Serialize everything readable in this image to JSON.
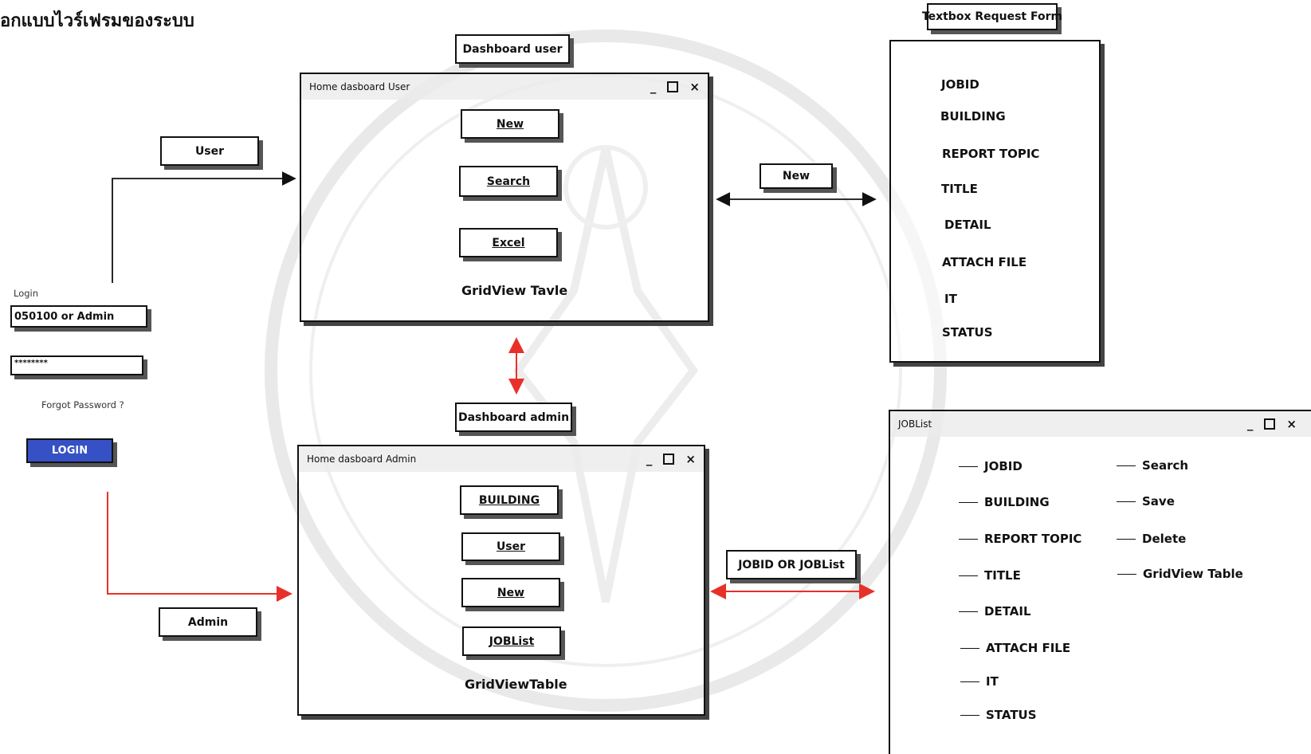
{
  "heading": "อกแบบไวร์เฟรมของระบบ",
  "labels": {
    "dashboard_user": "Dashboard user",
    "dashboard_admin": "Dashboard admin",
    "user": "User",
    "admin": "Admin",
    "new": "New",
    "jobid_or_joblist": "JOBID OR JOBList",
    "textbox_request_form": "Textbox Request Form"
  },
  "login": {
    "label": "Login",
    "username_value": "050100 or Admin",
    "password_value": "********",
    "forgot_password": "Forgot Password ?",
    "login_button": "LOGIN"
  },
  "user_window": {
    "title": "Home dasboard User",
    "buttons": [
      "New",
      "Search",
      "Excel"
    ],
    "caption": "GridView Tavle"
  },
  "admin_window": {
    "title": "Home dasboard Admin",
    "buttons": [
      "BUILDING",
      "User",
      "New",
      "JOBList"
    ],
    "caption": "GridViewTable"
  },
  "request_form": {
    "fields": [
      "JOBID",
      "BUILDING",
      "REPORT TOPIC",
      "TITLE",
      "DETAIL",
      "ATTACH FILE",
      "IT",
      "STATUS"
    ]
  },
  "joblist_window": {
    "title": "JOBList",
    "fields": [
      "JOBID",
      "BUILDING",
      "REPORT TOPIC",
      "TITLE",
      "DETAIL",
      "ATTACH FILE",
      "IT",
      "STATUS"
    ],
    "actions": [
      "Search",
      "Save",
      "Delete",
      "GridView Table"
    ]
  },
  "window_controls": {
    "minimize": "_",
    "close": "×"
  },
  "colors": {
    "accent_red": "#e8302a",
    "login_blue": "#3551c5"
  }
}
